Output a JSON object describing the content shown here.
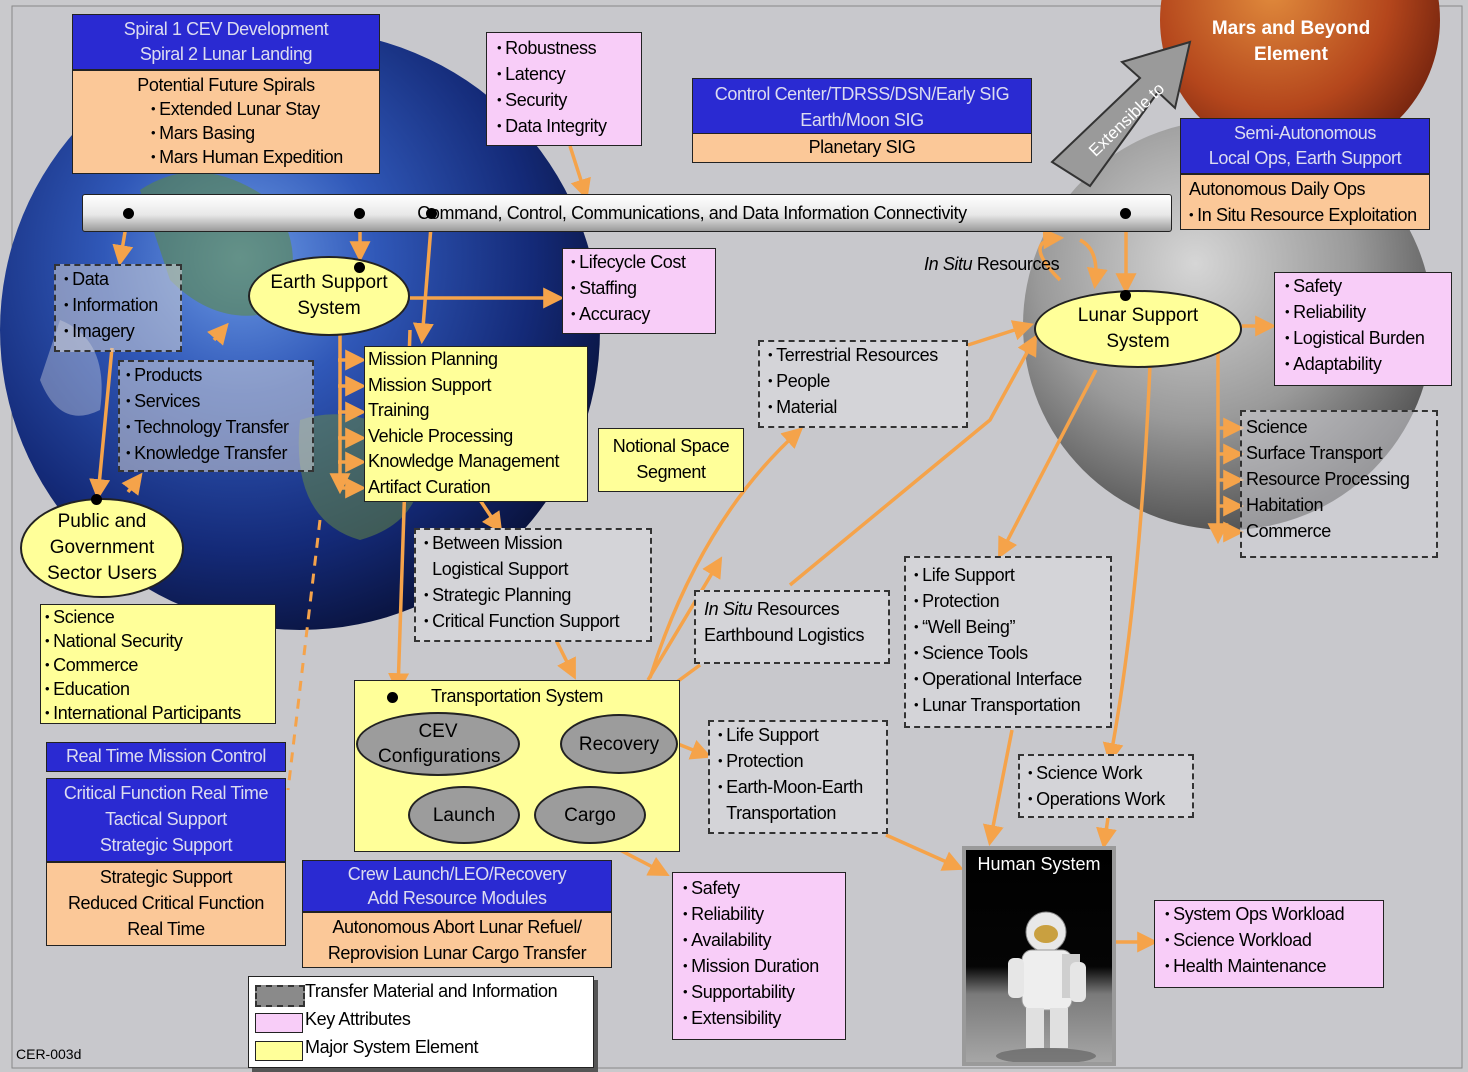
{
  "spirals": {
    "blue_lines": [
      "Spiral 1 CEV Development",
      "Spiral 2 Lunar Landing"
    ],
    "title": "Potential Future Spirals",
    "items": [
      "Extended Lunar Stay",
      "Mars Basing",
      "Mars Human Expedition"
    ]
  },
  "network_attributes": [
    "Robustness",
    "Latency",
    "Security",
    "Data Integrity"
  ],
  "control_center": {
    "blue_lines": [
      "Control Center/TDRSS/DSN/Early SIG",
      "Earth/Moon SIG"
    ],
    "orange": "Planetary SIG"
  },
  "mars": {
    "title_line1": "Mars and Beyond",
    "title_line2": "Element",
    "arrow": "Extensible to"
  },
  "lunar_ops": {
    "blue_lines": [
      "Semi-Autonomous",
      "Local Ops, Earth Support"
    ],
    "orange_line": "Autonomous Daily Ops",
    "orange_item": "In Situ Resource Exploitation"
  },
  "bus": "Command, Control, Communications, and Data Information Connectivity",
  "data_items": [
    "Data",
    "Information",
    "Imagery"
  ],
  "earth_support": "Earth Support System",
  "earth_attributes": [
    "Lifecycle Cost",
    "Staffing",
    "Accuracy"
  ],
  "in_situ_label": {
    "italic": "In Situ",
    "rest": " Resources"
  },
  "lunar_support": "Lunar Support System",
  "lunar_attributes": [
    "Safety",
    "Reliability",
    "Logistical Burden",
    "Adaptability"
  ],
  "products": [
    "Products",
    "Services",
    "Technology Transfer",
    "Knowledge Transfer"
  ],
  "mission_functions": [
    "Mission Planning",
    "Mission Support",
    "Training",
    "Vehicle Processing",
    "Knowledge Management",
    "Artifact Curation"
  ],
  "terrestrial": [
    "Terrestrial Resources",
    "People",
    "Material"
  ],
  "lunar_functions": [
    "Science",
    "Surface Transport",
    "Resource Processing",
    "Habitation",
    "Commerce"
  ],
  "notional": "Notional Space Segment",
  "public_users": "Public and Government Sector Users",
  "logistics": [
    "Between Mission Logistical Support",
    "Strategic Planning",
    "Critical Function Support"
  ],
  "user_sectors": [
    "Science",
    "National Security",
    "Commerce",
    "Education",
    "International Participants"
  ],
  "in_situ_box": {
    "italic": "In Situ",
    "rest": " Resources",
    "line2": "Earthbound Logistics"
  },
  "life_support_list": [
    "Life Support",
    "Protection",
    "“Well Being”",
    "Science Tools",
    "Operational Interface",
    "Lunar Transportation"
  ],
  "transportation": {
    "title": "Transportation System",
    "cev": "CEV Configurations",
    "recovery": "Recovery",
    "launch": "Launch",
    "cargo": "Cargo"
  },
  "mission_control": {
    "blue1": "Real Time Mission Control",
    "blue2": [
      "Critical Function Real Time",
      "Tactical Support",
      "Strategic Support"
    ],
    "orange": [
      "Strategic Support",
      "Reduced Critical Function",
      "Real Time"
    ]
  },
  "transport_needs": [
    "Life Support",
    "Protection",
    "Earth-Moon-Earth Transportation"
  ],
  "work": [
    "Science Work",
    "Operations Work"
  ],
  "crew_launch": {
    "blue": [
      "Crew Launch/LEO/Recovery",
      "Add Resource Modules"
    ],
    "orange": [
      "Autonomous Abort Lunar Refuel/",
      "Reprovision Lunar Cargo Transfer"
    ]
  },
  "transport_attributes": [
    "Safety",
    "Reliability",
    "Availability",
    "Mission Duration",
    "Supportability",
    "Extensibility"
  ],
  "human_system": "Human System",
  "human_attributes": [
    "System Ops Workload",
    "Science Workload",
    "Health Maintenance"
  ],
  "legend": [
    "Transfer Material and Information",
    "Key Attributes",
    "Major System Element"
  ],
  "figure_id": "CER-003d",
  "colors": {
    "blue": "#2a2ad2",
    "orange": "#fbc898",
    "pink": "#f8cdf8",
    "yellow": "#ffff99",
    "arrow": "#f5a34a"
  }
}
